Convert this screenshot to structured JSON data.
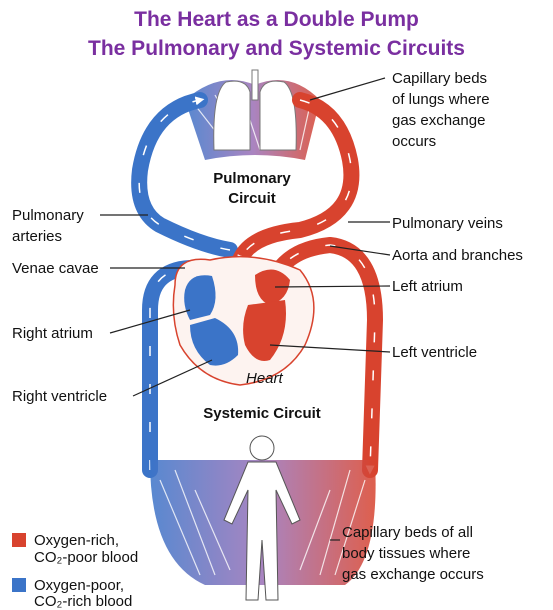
{
  "title": {
    "line1": "The Heart as a Double Pump",
    "line2": "The Pulmonary and Systemic Circuits"
  },
  "colors": {
    "oxygen_rich": "#d8432e",
    "oxygen_poor": "#3b74c8",
    "title": "#7a2fa0"
  },
  "labels": {
    "capillary_lungs": [
      "Capillary beds",
      "of lungs where",
      "gas exchange",
      "occurs"
    ],
    "pulmonary_circuit": [
      "Pulmonary",
      "Circuit"
    ],
    "pulmonary_arteries": [
      "Pulmonary",
      "arteries"
    ],
    "pulmonary_veins": "Pulmonary veins",
    "aorta": "Aorta and branches",
    "venae_cavae": "Venae cavae",
    "left_atrium": "Left atrium",
    "right_atrium": "Right atrium",
    "left_ventricle": "Left ventricle",
    "right_ventricle": "Right ventricle",
    "heart": "Heart",
    "systemic_circuit": "Systemic Circuit",
    "capillary_body": [
      "Capillary beds of all",
      "body tissues where",
      "gas exchange occurs"
    ]
  },
  "legend": {
    "oxygen_rich": [
      "Oxygen-rich,",
      "CO₂-poor blood"
    ],
    "oxygen_poor": [
      "Oxygen-poor,",
      "CO₂-rich blood"
    ]
  }
}
